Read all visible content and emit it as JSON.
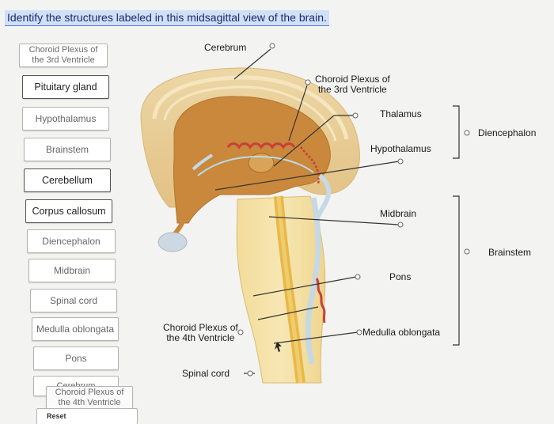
{
  "question": "Identify the structures labeled in this midsagittal view of the brain.",
  "word_bank": [
    {
      "lines": [
        "Choroid Plexus of",
        "the 3rd Ventricle"
      ]
    },
    {
      "lines": [
        "Pituitary gland"
      ]
    },
    {
      "lines": [
        "Hypothalamus"
      ]
    },
    {
      "lines": [
        "Brainstem"
      ]
    },
    {
      "lines": [
        "Cerebellum"
      ]
    },
    {
      "lines": [
        "Corpus callosum"
      ]
    },
    {
      "lines": [
        "Diencephalon"
      ]
    },
    {
      "lines": [
        "Midbrain"
      ]
    },
    {
      "lines": [
        "Spinal cord"
      ]
    },
    {
      "lines": [
        "Medulla oblongata"
      ]
    },
    {
      "lines": [
        "Pons"
      ]
    }
  ],
  "dragging_stack": {
    "line1": "Cerebrum",
    "line2": "Choroid Plexus of",
    "line3": "the 4th Ventricle",
    "reset": "Reset"
  },
  "diagram_labels": {
    "cerebrum": "Cerebrum",
    "choroid3_line1": "Choroid Plexus of",
    "choroid3_line2": "the 3rd Ventricle",
    "thalamus": "Thalamus",
    "hypothalamus": "Hypothalamus",
    "diencephalon": "Diencephalon",
    "midbrain": "Midbrain",
    "brainstem": "Brainstem",
    "pons": "Pons",
    "choroid4_line1": "Choroid Plexus of",
    "choroid4_line2": "the 4th Ventricle",
    "medulla": "Medulla oblongata",
    "spinal_cord": "Spinal cord"
  }
}
